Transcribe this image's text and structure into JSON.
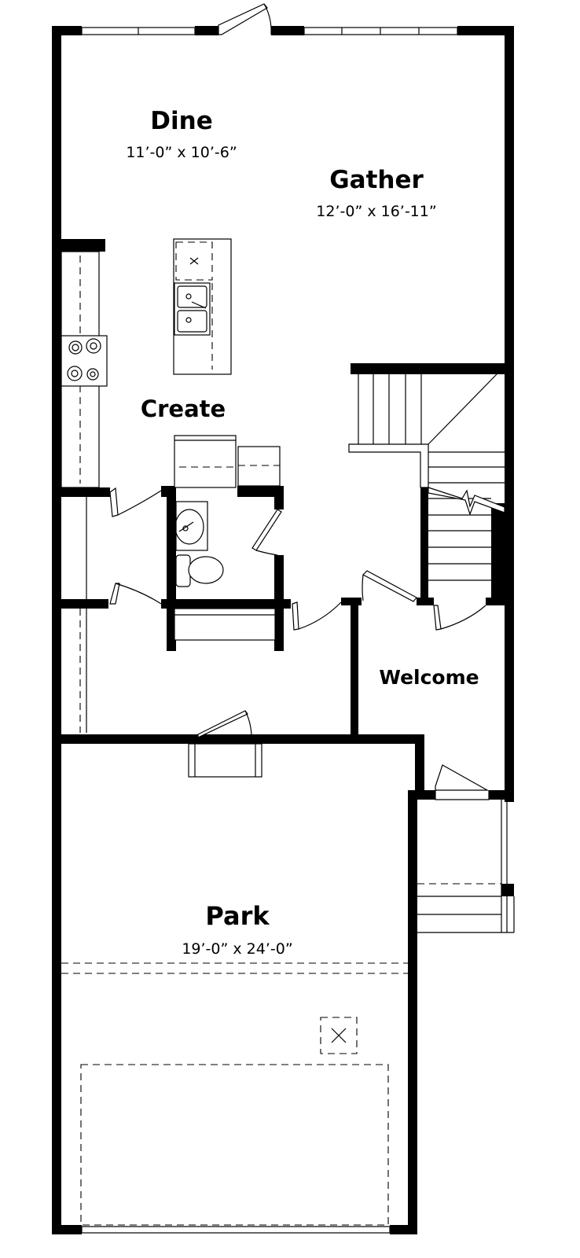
{
  "colors": {
    "wall": "#000000",
    "background": "#ffffff"
  },
  "rooms": {
    "dine": {
      "name": "Dine",
      "dimensions": "11’-0” x 10’-6”"
    },
    "gather": {
      "name": "Gather",
      "dimensions": "12’-0” x 16’-11”"
    },
    "create": {
      "name": "Create"
    },
    "welcome": {
      "name": "Welcome"
    },
    "park": {
      "name": "Park",
      "dimensions": "19’-0” x 24’-0”"
    }
  }
}
